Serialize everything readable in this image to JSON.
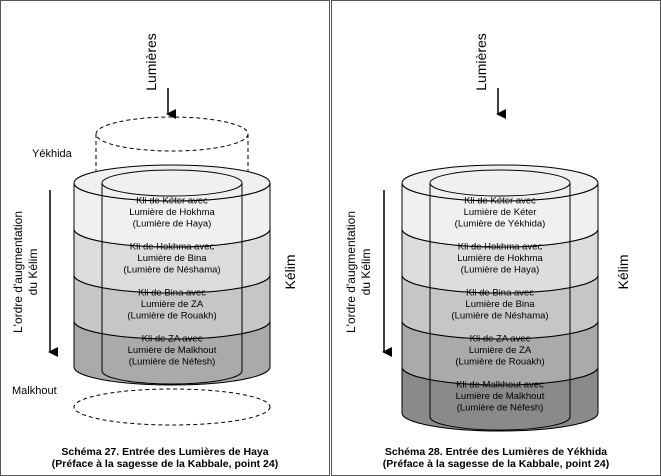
{
  "left_panel": {
    "lights_label": "Lumières",
    "yekhida_label": "Yékhida",
    "order_label_line1": "L'ordre d'augmentation",
    "order_label_line2": "du Kélim",
    "kelim_label": "Kélim",
    "malkhout_label": "Malkhout",
    "layers": [
      {
        "lines": [
          "Kli de Kéter avec",
          "Lumière de Hokhma",
          "(Lumière de Haya)"
        ],
        "color": "#f0f0f0"
      },
      {
        "lines": [
          "Kli de Hokhma avec",
          "Lumière de Bina",
          "(Lumière de Néshama)"
        ],
        "color": "#dcdcdc"
      },
      {
        "lines": [
          "Kli de Bina avec",
          "Lumière de ZA",
          "(Lumière de Rouakh)"
        ],
        "color": "#c6c6c6"
      },
      {
        "lines": [
          "Kli de ZA avec",
          "Lumière de Malkhout",
          "(Lumière de Néfesh)"
        ],
        "color": "#aaaaaa"
      }
    ],
    "caption_line1": "Schéma 27. Entrée des Lumières de Haya",
    "caption_line2": "(Préface à la sagesse de la Kabbale, point 24)"
  },
  "right_panel": {
    "lights_label": "Lumières",
    "order_label_line1": "L'ordre d'augmentation",
    "order_label_line2": "du Kélim",
    "kelim_label": "Kélim",
    "layers": [
      {
        "lines": [
          "Kli de Kéter avec",
          "Lumière de Kéter",
          "(Lumière de Yékhida)"
        ],
        "color": "#f0f0f0"
      },
      {
        "lines": [
          "Kli de Hokhma avec",
          "Lumière de Hokhma",
          "(Lumière de Haya)"
        ],
        "color": "#dcdcdc"
      },
      {
        "lines": [
          "Kli de Bina avec",
          "Lumière de Bina",
          "(Lumière de Néshama)"
        ],
        "color": "#c6c6c6"
      },
      {
        "lines": [
          "Kli de ZA avec",
          "Lumière de ZA",
          "(Lumière de Rouakh)"
        ],
        "color": "#aaaaaa"
      },
      {
        "lines": [
          "Kli de Malkhout avec",
          "Lumière de Malkhout",
          "(Lumière de Néfesh)"
        ],
        "color": "#8a8a8a"
      }
    ],
    "caption_line1": "Schéma 28. Entrée des Lumières de Yékhida",
    "caption_line2": "(Préface à la sagesse de la Kabbale, point 24)"
  }
}
